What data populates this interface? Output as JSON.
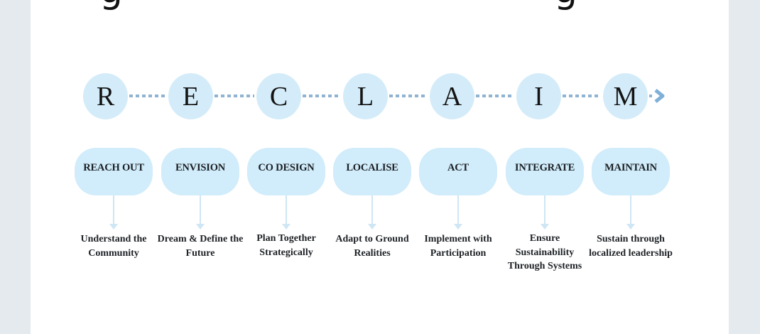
{
  "heading_fragments": [
    "g",
    "g"
  ],
  "framework": {
    "letters": [
      "R",
      "E",
      "C",
      "L",
      "A",
      "I",
      "M"
    ],
    "steps": [
      {
        "label": "REACH OUT",
        "description": "Understand the Community"
      },
      {
        "label": "ENVISION",
        "description": "Dream & Define the Future"
      },
      {
        "label": "CO DESIGN",
        "description": "Plan Together Strategically"
      },
      {
        "label": "LOCALISE",
        "description": "Adapt to Ground Realities"
      },
      {
        "label": "ACT",
        "description": "Implement with Participation"
      },
      {
        "label": "INTEGRATE",
        "description": "Ensure Sustainability Through Systems"
      },
      {
        "label": "MAINTAIN",
        "description": "Sustain through localized leadership"
      }
    ]
  },
  "colors": {
    "circle_fill": "#d4ecf9",
    "pill_fill": "#d1ecfa",
    "connector": "#8fb3d0",
    "arrow": "#7fb0d8",
    "background": "#e5eaef",
    "panel": "#ffffff"
  }
}
